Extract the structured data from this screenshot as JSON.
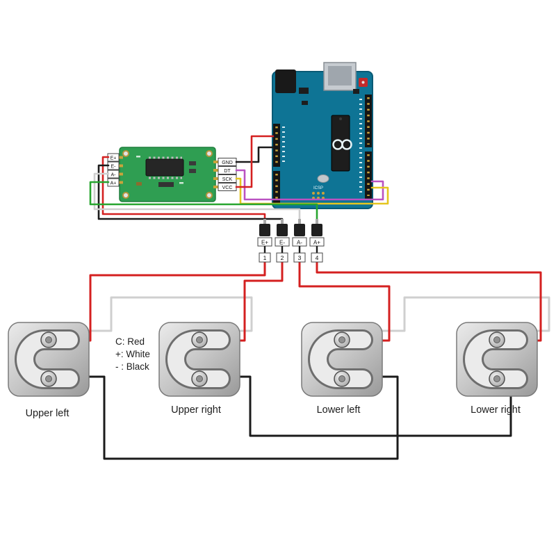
{
  "diagram": {
    "legend": {
      "line1": "C: Red",
      "line2": "+: White",
      "line3": "- : Black"
    },
    "hx711": {
      "pin_e_plus": "E+",
      "pin_e_minus": "E-",
      "pin_a_minus": "A-",
      "pin_a_plus": "A+",
      "pin_gnd": "GND",
      "pin_dt": "DT",
      "pin_sck": "SCK",
      "pin_vcc": "VCC"
    },
    "terminals": {
      "t1": {
        "label": "E+",
        "number": "1"
      },
      "t2": {
        "label": "E-",
        "number": "2"
      },
      "t3": {
        "label": "A-",
        "number": "3"
      },
      "t4": {
        "label": "A+",
        "number": "4"
      }
    },
    "load_cells": {
      "upper_left": "Upper left",
      "upper_right": "Upper right",
      "lower_left": "Lower left",
      "lower_right": "Lower right"
    },
    "arduino": {
      "icsp": "ICSP"
    },
    "colors": {
      "red": "#d42020",
      "black": "#1b1b1b",
      "white": "#cfcfcf",
      "green": "#27a52f",
      "yellow": "#e4c520",
      "purple": "#ba52c2"
    }
  }
}
